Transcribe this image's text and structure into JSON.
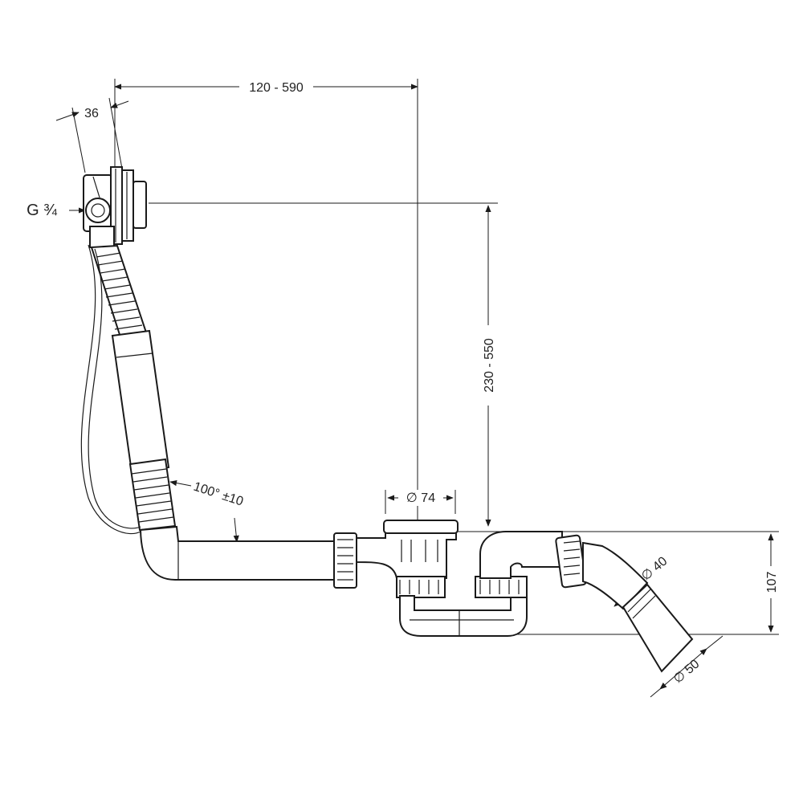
{
  "dimensions": {
    "overall_length": "120 - 590",
    "valve_width": "36",
    "connection_thread": "G ¾",
    "vertical_height": "230 - 550",
    "drain_diameter": "∅ 74",
    "angle": "100° ±10",
    "outlet_diameter_40": "∅ 40",
    "outlet_diameter_50": "∅ 50",
    "trap_height": "107"
  },
  "colors": {
    "line": "#1a1a1a",
    "background": "#ffffff"
  }
}
